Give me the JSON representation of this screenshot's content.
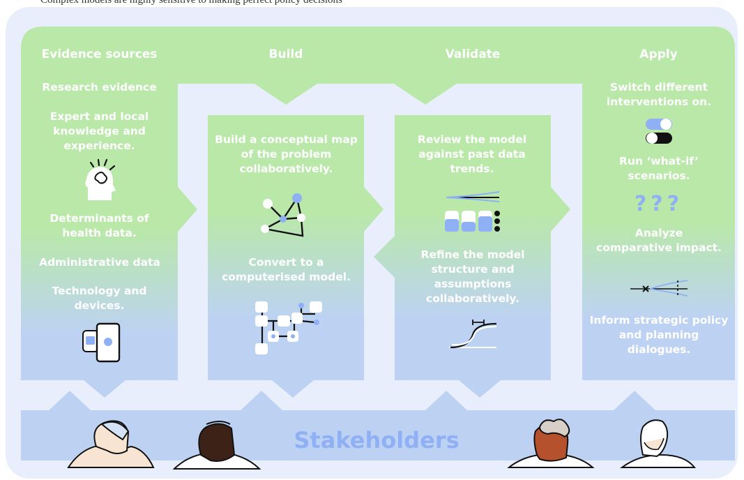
{
  "caption": "Complex models are highly sensitive to making perfect policy decisions",
  "colors": {
    "frame": "#e8eefb",
    "green": "#b9e8a9",
    "blue": "#bdd2f3",
    "accent_blue": "#8fb0f4",
    "text": "#ffffff"
  },
  "columns": {
    "evidence": {
      "header": "Evidence sources",
      "items": [
        "Research evidence",
        "Expert and local knowledge and experience.",
        "Determinants of health data.",
        "Administrative data",
        "Technology and devices."
      ]
    },
    "build": {
      "header": "Build",
      "items": [
        "Build a conceptual map of the problem collaboratively.",
        "Convert to a computerised model."
      ]
    },
    "validate": {
      "header": "Validate",
      "items": [
        "Review the model against past data trends.",
        "Refine the model structure and assumptions collaboratively."
      ]
    },
    "apply": {
      "header": "Apply",
      "items": [
        "Switch different interventions on.",
        "Run ‘what-if’ scenarios.",
        "Analyze comparative impact.",
        "Inform strategic policy and planning dialogues."
      ],
      "questions": "???"
    }
  },
  "stakeholders": "Stakeholders",
  "icons": [
    "head-idea-icon",
    "network-graph-icon",
    "flowchart-icon",
    "data-trend-icon",
    "bar-gauge-icon",
    "s-curve-icon",
    "toggle-switches-icon",
    "question-marks-icon",
    "branching-lines-icon",
    "smartwatch-phone-icon",
    "stakeholder-face-icon"
  ]
}
